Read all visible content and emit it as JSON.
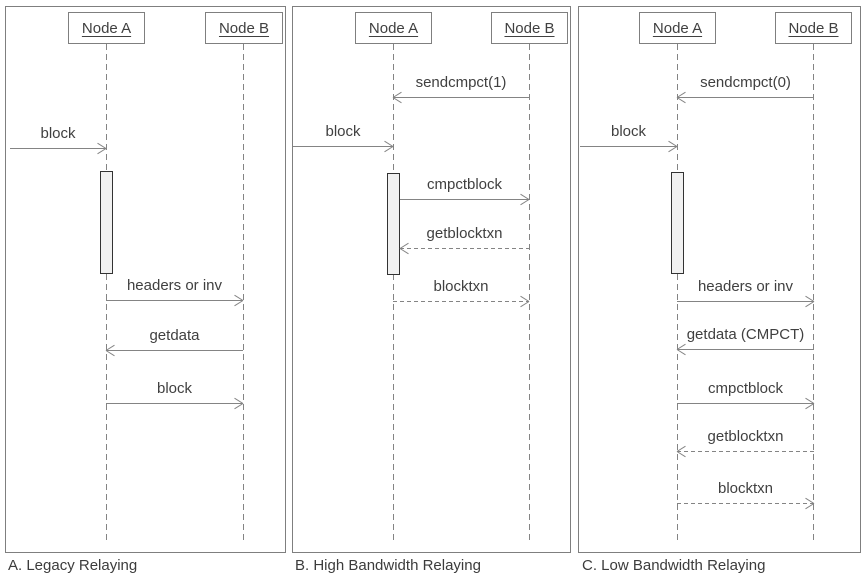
{
  "colors": {
    "line": "#848484",
    "panel_border": "#7f7f7f",
    "text": "#404040",
    "activation_fill": "#f1f1f1",
    "activation_border": "#333333",
    "background": "#ffffff"
  },
  "panels": [
    {
      "id": "legacy",
      "caption": "A. Legacy Relaying",
      "actors": [
        {
          "label": "Node A"
        },
        {
          "label": "Node B"
        }
      ],
      "messages": [
        {
          "label": "block",
          "from": "external",
          "to": "Node A",
          "style": "solid"
        },
        {
          "label": "headers or inv",
          "from": "Node A",
          "to": "Node B",
          "style": "solid"
        },
        {
          "label": "getdata",
          "from": "Node B",
          "to": "Node A",
          "style": "solid"
        },
        {
          "label": "block",
          "from": "Node A",
          "to": "Node B",
          "style": "solid"
        }
      ]
    },
    {
      "id": "high-bandwidth",
      "caption": "B. High Bandwidth Relaying",
      "actors": [
        {
          "label": "Node A"
        },
        {
          "label": "Node B"
        }
      ],
      "messages": [
        {
          "label": "sendcmpct(1)",
          "from": "Node B",
          "to": "Node A",
          "style": "solid"
        },
        {
          "label": "block",
          "from": "external",
          "to": "Node A",
          "style": "solid"
        },
        {
          "label": "cmpctblock",
          "from": "Node A",
          "to": "Node B",
          "style": "solid"
        },
        {
          "label": "getblocktxn",
          "from": "Node B",
          "to": "Node A",
          "style": "dashed"
        },
        {
          "label": "blocktxn",
          "from": "Node A",
          "to": "Node B",
          "style": "dashed"
        }
      ]
    },
    {
      "id": "low-bandwidth",
      "caption": "C. Low Bandwidth Relaying",
      "actors": [
        {
          "label": "Node A"
        },
        {
          "label": "Node B"
        }
      ],
      "messages": [
        {
          "label": "sendcmpct(0)",
          "from": "Node B",
          "to": "Node A",
          "style": "solid"
        },
        {
          "label": "block",
          "from": "external",
          "to": "Node A",
          "style": "solid"
        },
        {
          "label": "headers or inv",
          "from": "Node A",
          "to": "Node B",
          "style": "solid"
        },
        {
          "label": "getdata (CMPCT)",
          "from": "Node B",
          "to": "Node A",
          "style": "solid"
        },
        {
          "label": "cmpctblock",
          "from": "Node A",
          "to": "Node B",
          "style": "solid"
        },
        {
          "label": "getblocktxn",
          "from": "Node B",
          "to": "Node A",
          "style": "dashed"
        },
        {
          "label": "blocktxn",
          "from": "Node A",
          "to": "Node B",
          "style": "dashed"
        }
      ]
    }
  ]
}
